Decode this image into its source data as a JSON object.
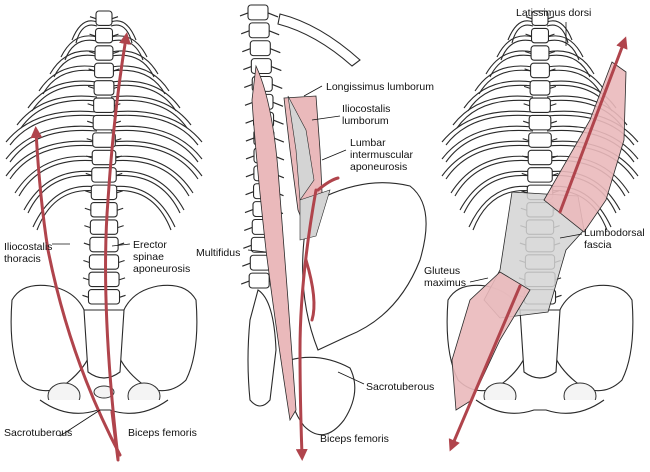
{
  "colors": {
    "arrow": "#b0444c",
    "muscle_fill": "#eab9bb",
    "fascia_fill": "#d4d4d4",
    "bone_stroke": "#2a2a2a"
  },
  "panel_left": {
    "labels": {
      "iliocostalis_thoracis_1": "Iliocostalis",
      "iliocostalis_thoracis_2": "thoracis",
      "erector_1": "Erector",
      "erector_2": "spinae",
      "erector_3": "aponeurosis",
      "sacrotuberous": "Sacrotuberous",
      "biceps_femoris": "Biceps femoris"
    }
  },
  "panel_middle": {
    "labels": {
      "longissimus_lumborum": "Longissimus lumborum",
      "iliocostalis_lumborum_1": "Iliocostalis",
      "iliocostalis_lumborum_2": "lumborum",
      "lumbar_1": "Lumbar",
      "lumbar_2": "intermuscular",
      "lumbar_3": "aponeurosis",
      "multifidus": "Multifidus",
      "sacrotuberous": "Sacrotuberous",
      "biceps_femoris": "Biceps femoris"
    }
  },
  "panel_right": {
    "labels": {
      "latissimus_dorsi": "Latissimus dorsi",
      "gluteus_1": "Gluteus",
      "gluteus_2": "maximus",
      "lumbodorsal_1": "Lumbodorsal",
      "lumbodorsal_2": "fascia"
    }
  }
}
